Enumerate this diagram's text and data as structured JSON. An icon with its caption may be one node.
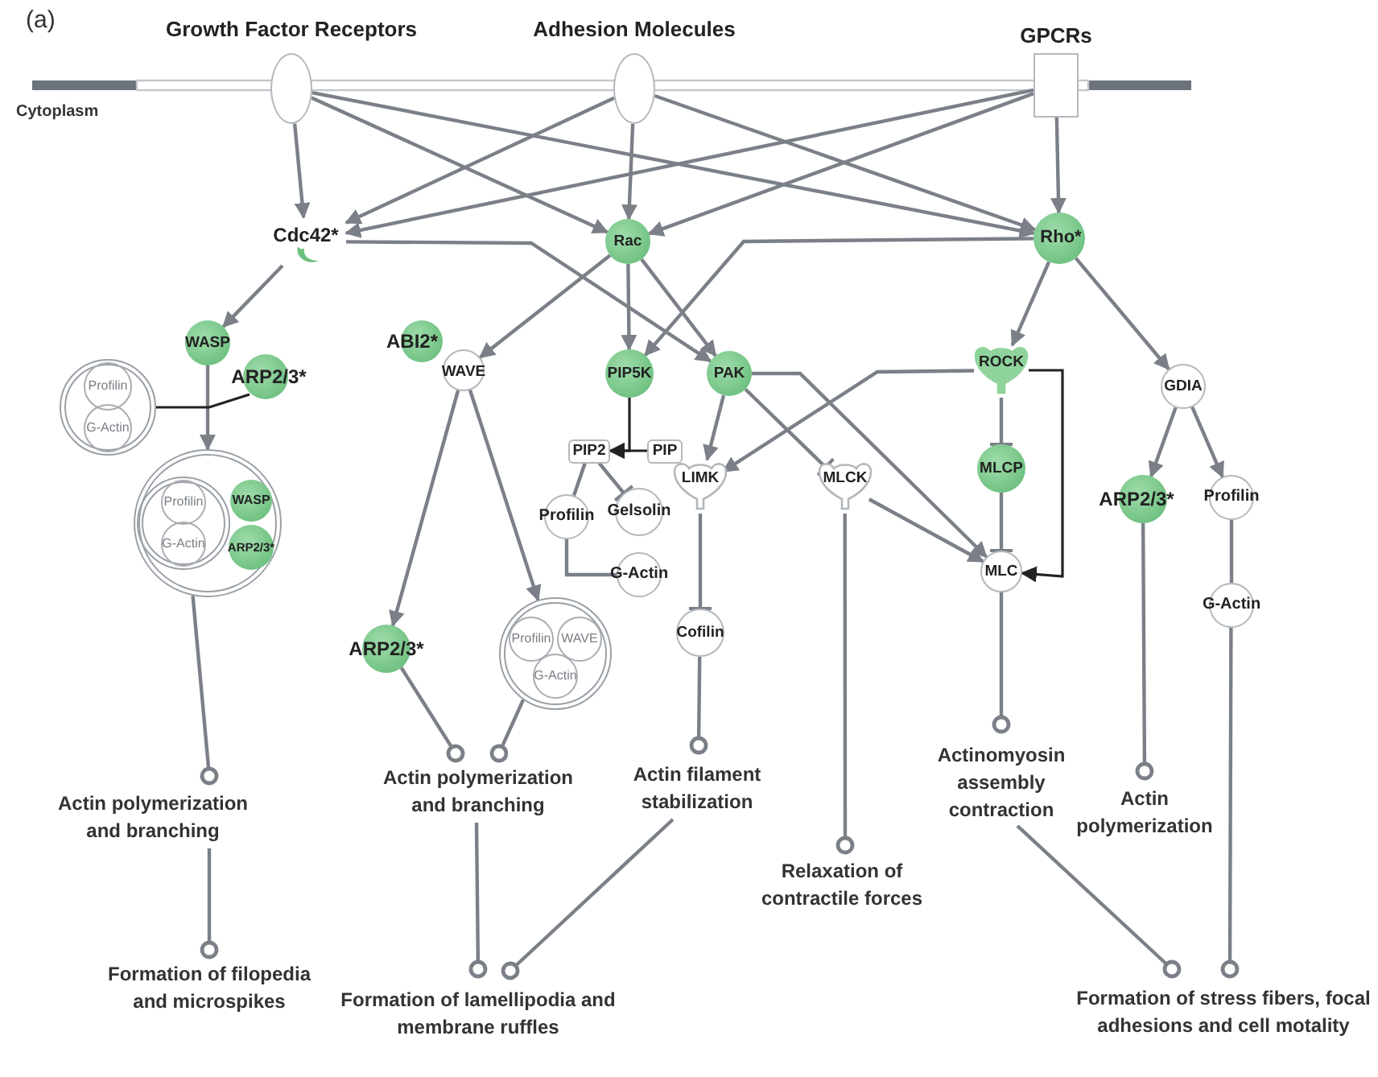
{
  "diagram": {
    "nodes": [
      {
        "text": [
          "Growth Factor Receptors"
        ]
      },
      {
        "text": [
          "Adhesion Molecules"
        ]
      },
      {
        "text": [
          "GPCRs"
        ]
      },
      {
        "text": [
          "Cdc42*"
        ]
      },
      {
        "text": [
          "Rac"
        ]
      },
      {
        "text": [
          "Rho*"
        ]
      },
      {
        "text": [
          "WASP"
        ]
      },
      {
        "text": [
          "ARP2/3*"
        ]
      },
      {
        "text": [],
        "shape": "circle"
      },
      {
        "text": [
          "Profilin"
        ],
        "in": 8
      },
      {
        "text": [
          "G-Actin"
        ],
        "in": 8
      },
      {
        "text": [],
        "shape": "circle"
      },
      {
        "text": [],
        "shape": "circle",
        "in": 11
      },
      {
        "text": [
          "Profilin"
        ],
        "in": 12
      },
      {
        "text": [
          "G-Actin"
        ],
        "in": 12
      },
      {
        "text": [
          "WASP"
        ],
        "in": 11
      },
      {
        "text": [
          "ARP2/3*"
        ],
        "in": 11
      },
      {
        "text": [
          "ABI2*"
        ]
      },
      {
        "text": [
          "WAVE"
        ]
      },
      {
        "text": [
          "PIP5K"
        ]
      },
      {
        "text": [
          "PAK"
        ]
      },
      {
        "text": [
          "PIP2"
        ]
      },
      {
        "text": [
          "PIP"
        ]
      },
      {
        "text": [
          "Profilin"
        ]
      },
      {
        "text": [
          "Gelsolin"
        ]
      },
      {
        "text": [
          "G-Actin"
        ]
      },
      {
        "text": [],
        "shape": "circle"
      },
      {
        "text": [
          "Profilin"
        ],
        "in": 26
      },
      {
        "text": [
          "WAVE"
        ],
        "in": 26
      },
      {
        "text": [
          "G-Actin"
        ],
        "in": 26
      },
      {
        "text": [
          "ARP2/3*"
        ]
      },
      {
        "text": [
          "LIMK"
        ]
      },
      {
        "text": [
          "MLCK"
        ]
      },
      {
        "text": [
          "ROCK"
        ]
      },
      {
        "text": [
          "MLCP"
        ]
      },
      {
        "text": [
          "MLC"
        ]
      },
      {
        "text": [
          "Cofilin"
        ]
      },
      {
        "text": [
          "GDIA"
        ]
      },
      {
        "text": [
          "ARP2/3*"
        ]
      },
      {
        "text": [
          "Profilin"
        ]
      },
      {
        "text": [
          "G-Actin"
        ]
      },
      {
        "text": [
          "Actin polymerization and branching"
        ]
      },
      {
        "text": [
          "Formation of filopedia and microspikes"
        ]
      },
      {
        "text": [
          "Actin polymerization and branching"
        ]
      },
      {
        "text": [
          "Actin filament stabilization"
        ]
      },
      {
        "text": [
          "Relaxation of contractile forces"
        ]
      },
      {
        "text": [
          "Formation of lamellipodia and membrane ruffles"
        ]
      },
      {
        "text": [
          "Actinomyosin assembly contraction"
        ]
      },
      {
        "text": [
          "Actin polymerization"
        ]
      },
      {
        "text": [
          "Formation of stress fibers, focal adhesions and cell motality"
        ]
      }
    ],
    "edges": [
      {
        "from": 0,
        "to": 3,
        "arrow": "to"
      },
      {
        "from": 0,
        "to": 4,
        "arrow": "to"
      },
      {
        "from": 0,
        "to": 5,
        "arrow": "to"
      },
      {
        "from": 1,
        "to": 3,
        "arrow": "to"
      },
      {
        "from": 1,
        "to": 4,
        "arrow": "to"
      },
      {
        "from": 1,
        "to": 5,
        "arrow": "to"
      },
      {
        "from": 2,
        "to": 3,
        "arrow": "to"
      },
      {
        "from": 2,
        "to": 4,
        "arrow": "to"
      },
      {
        "from": 2,
        "to": 5,
        "arrow": "to"
      },
      {
        "from": 3,
        "to": 20,
        "arrow": "to"
      },
      {
        "from": 4,
        "to": 18,
        "arrow": "to"
      },
      {
        "from": 4,
        "to": 19,
        "arrow": "to"
      },
      {
        "from": 4,
        "to": 20,
        "arrow": "to"
      },
      {
        "from": 5,
        "to": 19,
        "arrow": "to"
      },
      {
        "from": 5,
        "to": 33,
        "arrow": "to"
      },
      {
        "from": 5,
        "to": 37,
        "arrow": "to"
      },
      {
        "from": 3,
        "to": 6,
        "arrow": "to"
      },
      {
        "from": 6,
        "to": 11,
        "arrow": "to"
      },
      {
        "from": 8,
        "to": 7,
        "arrow": "none",
        "color": "#222222"
      },
      {
        "from": 18,
        "to": 30,
        "arrow": "to"
      },
      {
        "from": 18,
        "to": 26,
        "arrow": "to"
      },
      {
        "from": 19,
        "to": 21,
        "arrow": "to",
        "color": "#222222"
      },
      {
        "from": 22,
        "to": 21,
        "arrow": "to",
        "color": "#222222"
      },
      {
        "from": 21,
        "to": 24,
        "arrow": "other"
      },
      {
        "from": 21,
        "to": 23,
        "arrow": "none"
      },
      {
        "from": 23,
        "to": 25,
        "arrow": "none"
      },
      {
        "from": 20,
        "to": 31,
        "arrow": "to"
      },
      {
        "from": 20,
        "to": 32,
        "arrow": "other"
      },
      {
        "from": 20,
        "to": 35,
        "arrow": "to"
      },
      {
        "from": 33,
        "to": 31,
        "arrow": "to"
      },
      {
        "from": 33,
        "to": 34,
        "arrow": "other"
      },
      {
        "from": 33,
        "to": 35,
        "arrow": "to",
        "color": "#222222"
      },
      {
        "from": 32,
        "to": 35,
        "arrow": "to"
      },
      {
        "from": 34,
        "to": 35,
        "arrow": "other"
      },
      {
        "from": 31,
        "to": 36,
        "arrow": "other"
      },
      {
        "from": 37,
        "to": 38,
        "arrow": "to"
      },
      {
        "from": 37,
        "to": 39,
        "arrow": "to"
      },
      {
        "from": 39,
        "to": 40,
        "arrow": "none"
      },
      {
        "from": 11,
        "to": 41,
        "arrow": "other"
      },
      {
        "from": 41,
        "to": 42,
        "arrow": "other"
      },
      {
        "from": 30,
        "to": 43,
        "arrow": "other"
      },
      {
        "from": 26,
        "to": 43,
        "arrow": "other"
      },
      {
        "from": 36,
        "to": 44,
        "arrow": "other"
      },
      {
        "from": 32,
        "to": 45,
        "arrow": "other"
      },
      {
        "from": 35,
        "to": 47,
        "arrow": "other"
      },
      {
        "from": 38,
        "to": 48,
        "arrow": "other"
      },
      {
        "from": 43,
        "to": 46,
        "arrow": "other"
      },
      {
        "from": 44,
        "to": 46,
        "arrow": "other"
      },
      {
        "from": 47,
        "to": 49,
        "arrow": "other"
      },
      {
        "from": 40,
        "to": 49,
        "arrow": "other"
      }
    ],
    "labels": [
      "(a)",
      "Cytoplasm"
    ]
  }
}
